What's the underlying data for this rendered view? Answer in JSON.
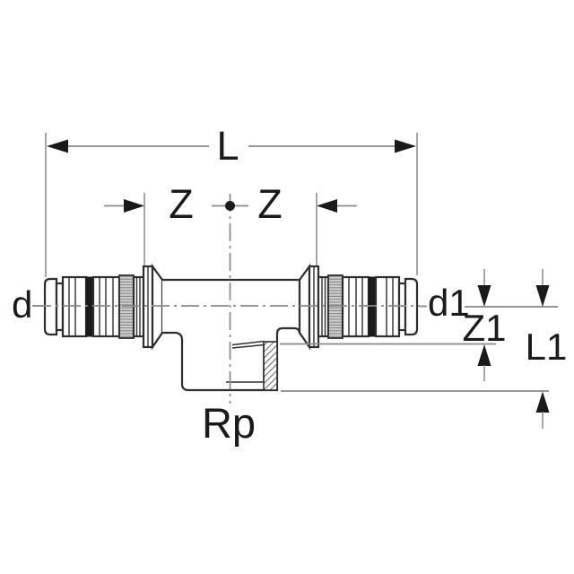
{
  "title": "T-piece press fitting dimensional drawing",
  "labels": {
    "overall_length": "L",
    "z_left": "Z",
    "z_right": "Z",
    "diameter_left": "d",
    "diameter_right": "d1",
    "z1": "Z1",
    "l1": "L1",
    "branch_thread": "Rp"
  },
  "colors": {
    "bg": "#ffffff",
    "outline": "#2e2e2e",
    "dim": "#8a8a8a",
    "ink": "#1a1a1a"
  }
}
